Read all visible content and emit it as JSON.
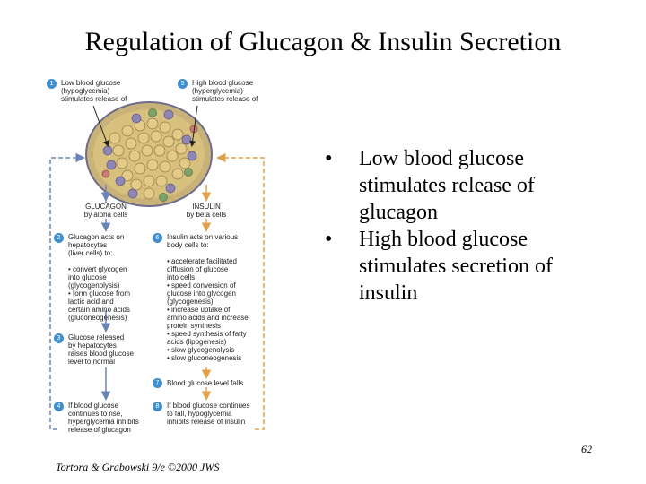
{
  "title": "Regulation of Glucagon & Insulin Secretion",
  "figure": {
    "steps": [
      {
        "num": "1",
        "text": "Low blood glucose\n(hypoglycemia)\nstimulates release of"
      },
      {
        "num": "5",
        "text": "High blood glucose\n(hyperglycemia)\nstimulates release of"
      },
      {
        "num": "2",
        "text": "Glucagon acts on\nhepatocytes\n(liver cells) to:\n\n• convert glycogen\n  into glucose\n  (glycogenolysis)\n• form glucose from\n  lactic acid and\n  certain amino acids\n  (gluconeogenesis)"
      },
      {
        "num": "6",
        "text": "Insulin acts on various\nbody cells to:\n\n• accelerate facilitated\n  diffusion of glucose\n  into cells\n• speed conversion of\n  glucose into glycogen\n  (glycogenesis)\n• increase uptake of\n  amino acids and increase\n  protein synthesis\n• speed synthesis of fatty\n  acids (lipogenesis)\n• slow glycogenolysis\n• slow gluconeogenesis"
      },
      {
        "num": "3",
        "text": "Glucose released\nby hepatocytes\nraises blood glucose\nlevel to normal"
      },
      {
        "num": "7",
        "text": "Blood glucose level falls"
      },
      {
        "num": "4",
        "text": "If blood glucose\ncontinues to rise,\nhyperglycemia inhibits\nrelease of glucagon"
      },
      {
        "num": "8",
        "text": "If blood glucose continues\nto fall, hypoglycemia\ninhibits release of insulin"
      }
    ],
    "hormones": {
      "glucagon": "GLUCAGON\nby alpha cells",
      "insulin": "INSULIN\nby beta cells"
    },
    "colors": {
      "left_arrows": "#6b84b8",
      "right_arrows": "#e2a04a",
      "badge": "#3f8fcf"
    }
  },
  "bullets": [
    {
      "marker": "•",
      "text": "Low blood glucose stimulates release of glucagon"
    },
    {
      "marker": "•",
      "text": "High blood glucose stimulates secretion of insulin"
    }
  ],
  "page_number": "62",
  "credit": "Tortora & Grabowski 9/e ©2000 JWS"
}
